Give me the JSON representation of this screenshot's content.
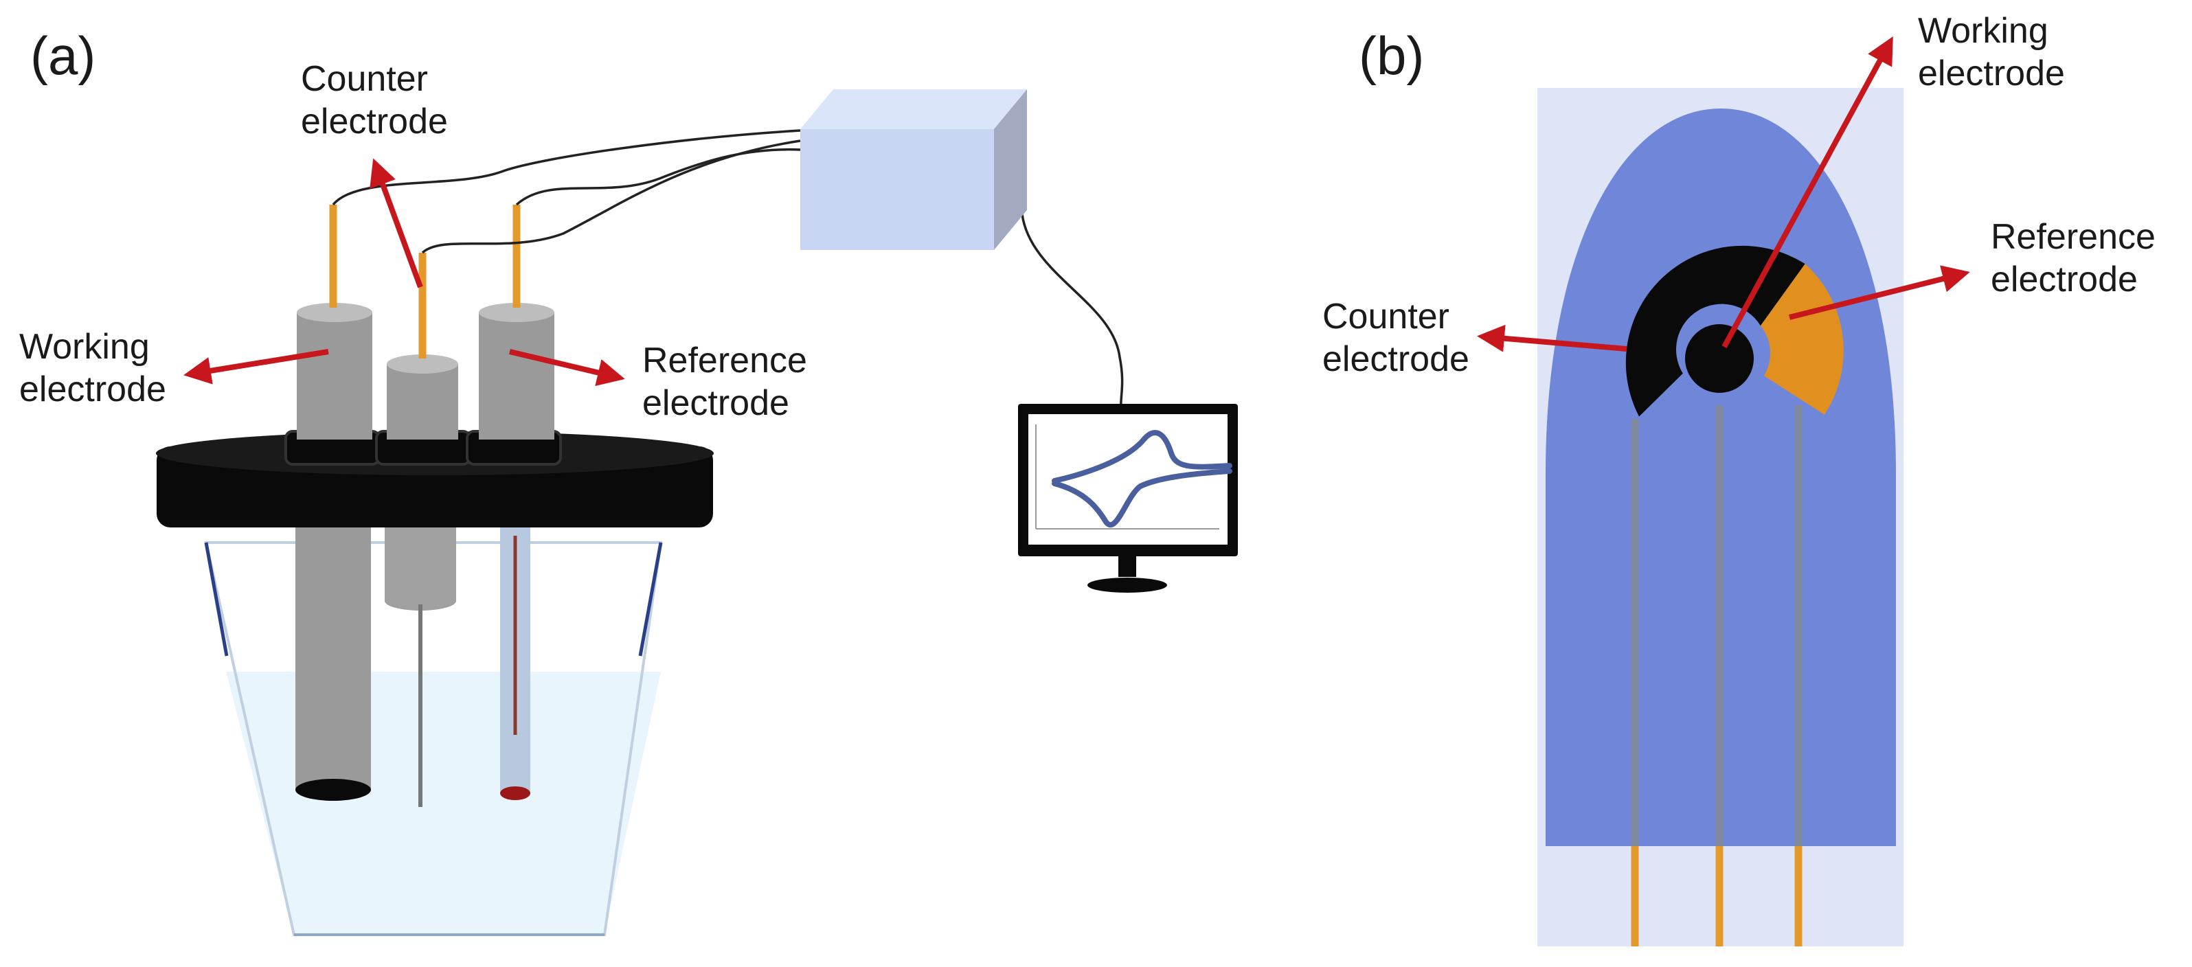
{
  "panel_a": {
    "label": "(a)",
    "counter": {
      "line1": "Counter",
      "line2": "electrode"
    },
    "working": {
      "line1": "Working",
      "line2": "electrode"
    },
    "reference": {
      "line1": "Reference",
      "line2": "electrode"
    }
  },
  "panel_b": {
    "label": "(b)",
    "working": {
      "line1": "Working",
      "line2": "electrode"
    },
    "reference": {
      "line1": "Reference",
      "line2": "electrode"
    },
    "counter": {
      "line1": "Counter",
      "line2": "electrode"
    }
  },
  "colors": {
    "arrow": "#c8161d",
    "wire_lead": "#e49a2b",
    "electrode_gray": "#9a9a9a",
    "cap_black": "#0a0a0a",
    "solution": "#e9f5fc",
    "device_box": "#c8d6f4",
    "substrate_light": "#dfe5f7",
    "substrate_blue": "#7087d9",
    "reference_ink": "#e1901f",
    "cv_curve": "#4a5f9e"
  },
  "icons": [
    "potentiostat-box",
    "monitor-icon",
    "cv-curve"
  ]
}
